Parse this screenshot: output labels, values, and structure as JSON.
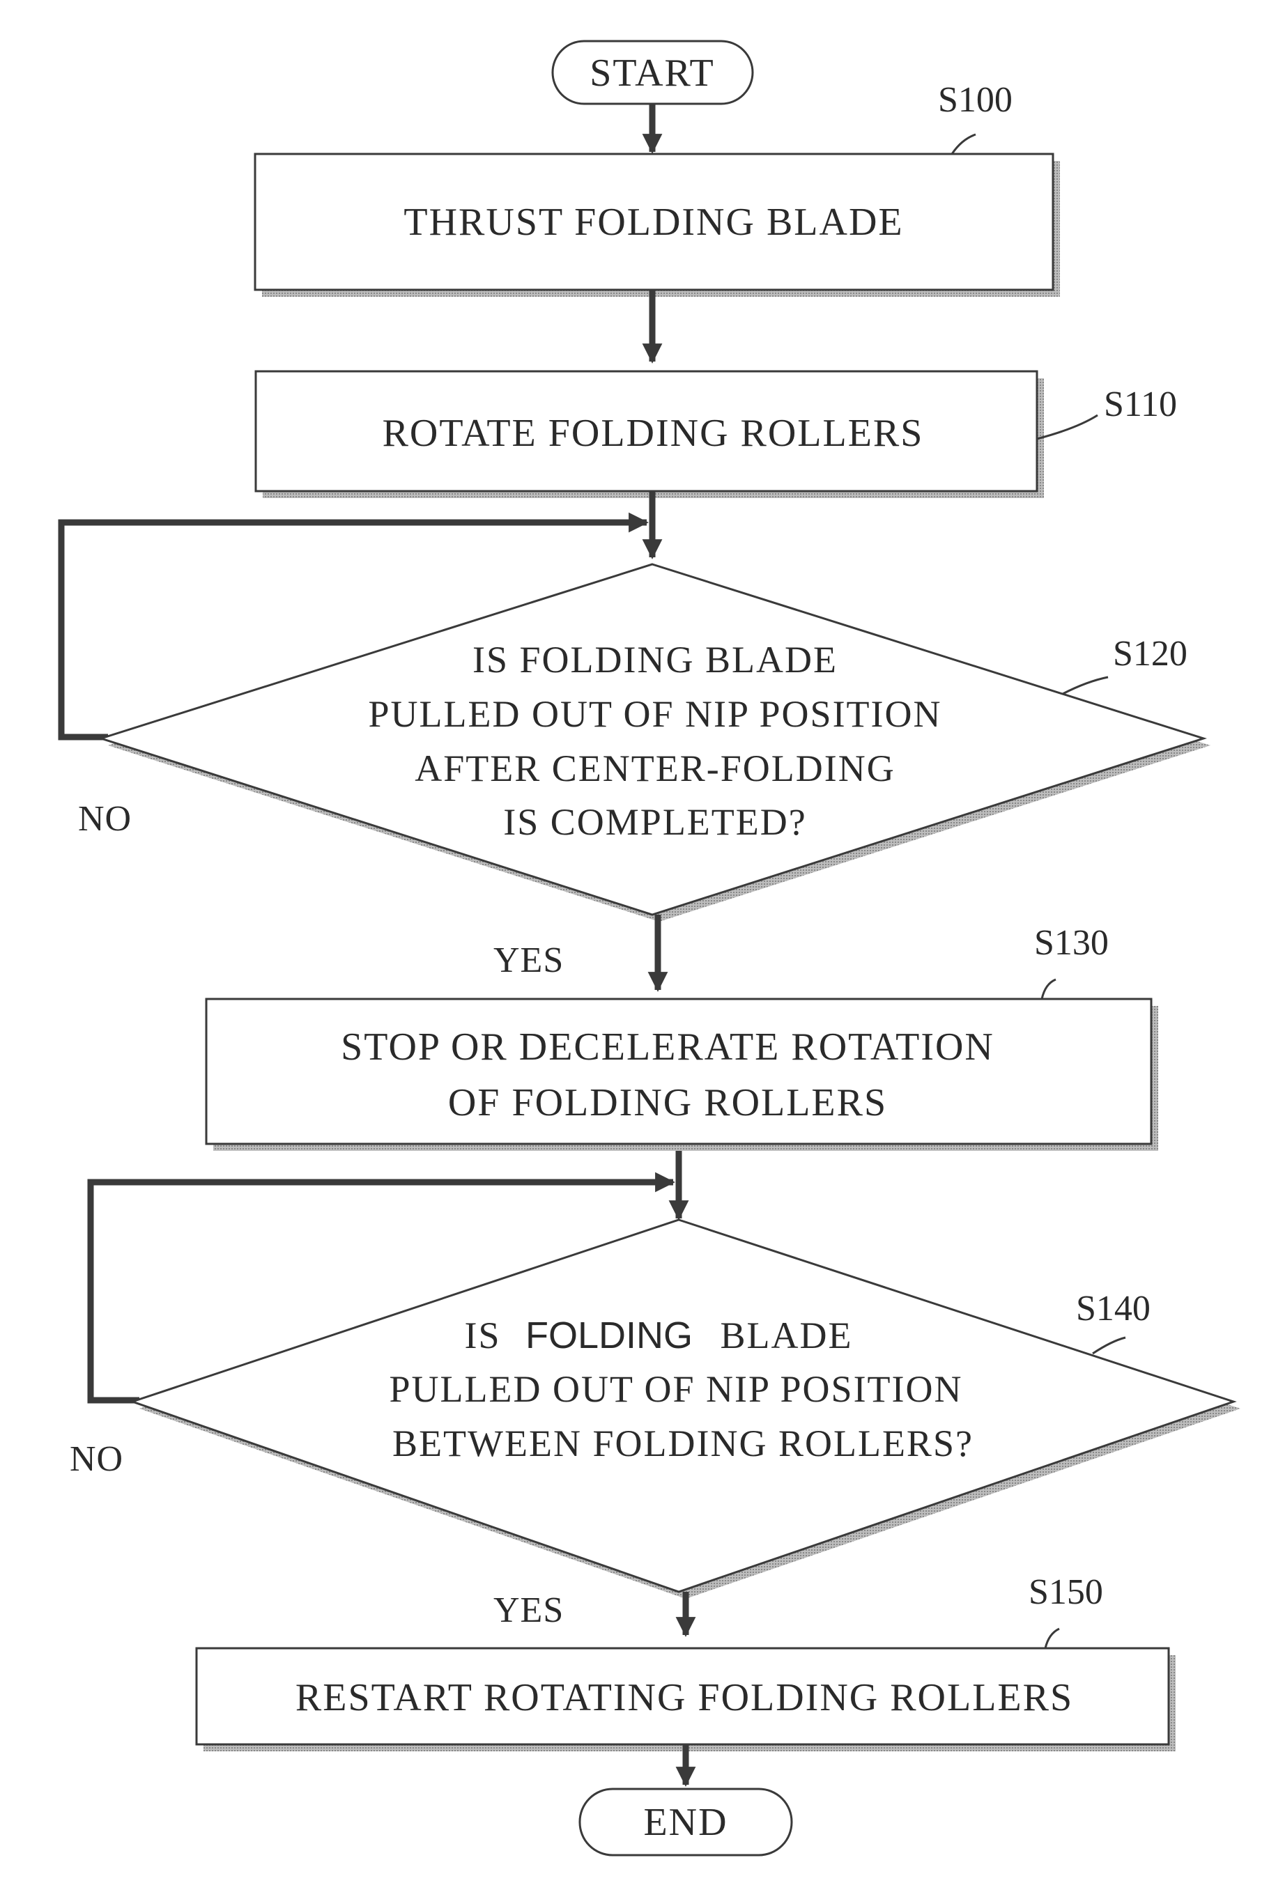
{
  "flowchart": {
    "start": "START",
    "end": "END",
    "s100": {
      "id": "S100",
      "text": "THRUST FOLDING BLADE"
    },
    "s110": {
      "id": "S110",
      "text": "ROTATE FOLDING ROLLERS"
    },
    "s120": {
      "id": "S120",
      "line1": "IS FOLDING BLADE",
      "line2": "PULLED OUT OF NIP POSITION",
      "line3": "AFTER CENTER-FOLDING",
      "line4": "IS COMPLETED?",
      "yes": "YES",
      "no": "NO"
    },
    "s130": {
      "id": "S130",
      "line1": "STOP OR DECELERATE ROTATION",
      "line2": "OF FOLDING ROLLERS"
    },
    "s140": {
      "id": "S140",
      "line1_a": "IS",
      "line1_b": "FOLDING",
      "line1_c": "BLADE",
      "line2": "PULLED OUT OF NIP POSITION",
      "line3": "BETWEEN FOLDING ROLLERS?",
      "yes": "YES",
      "no": "NO"
    },
    "s150": {
      "id": "S150",
      "text": "RESTART ROTATING FOLDING ROLLERS"
    }
  }
}
